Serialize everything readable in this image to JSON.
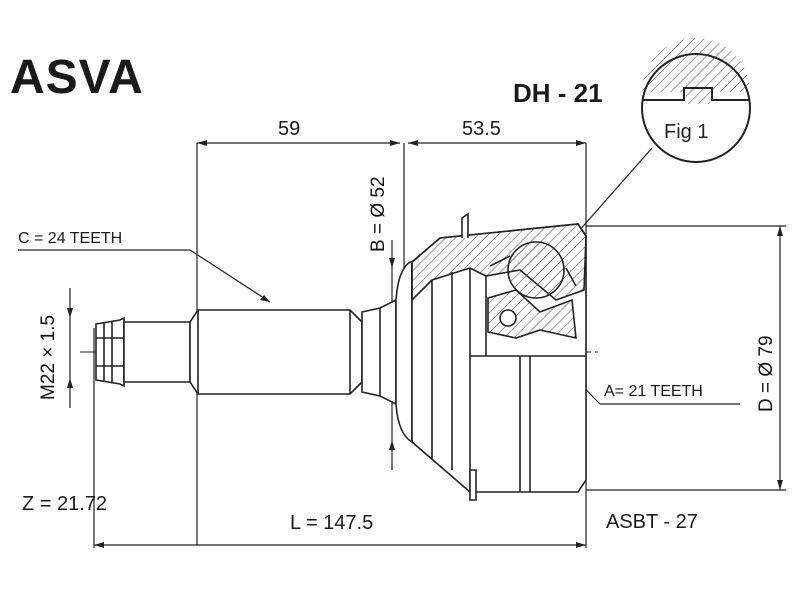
{
  "brand": "ASVA",
  "part_code": "DH - 21",
  "fig_label": "Fig 1",
  "dims": {
    "a": "59",
    "b": "53.5",
    "c_teeth": "C  = 24 TEETH",
    "b_diam": "B = Ø 52",
    "m_thread": "M22 × 1.5",
    "d_diam": "D = Ø 79",
    "a_teeth": "A= 21 TEETH",
    "z": "Z = 21.72",
    "l": "L = 147.5",
    "ref": "ASBT - 27"
  }
}
